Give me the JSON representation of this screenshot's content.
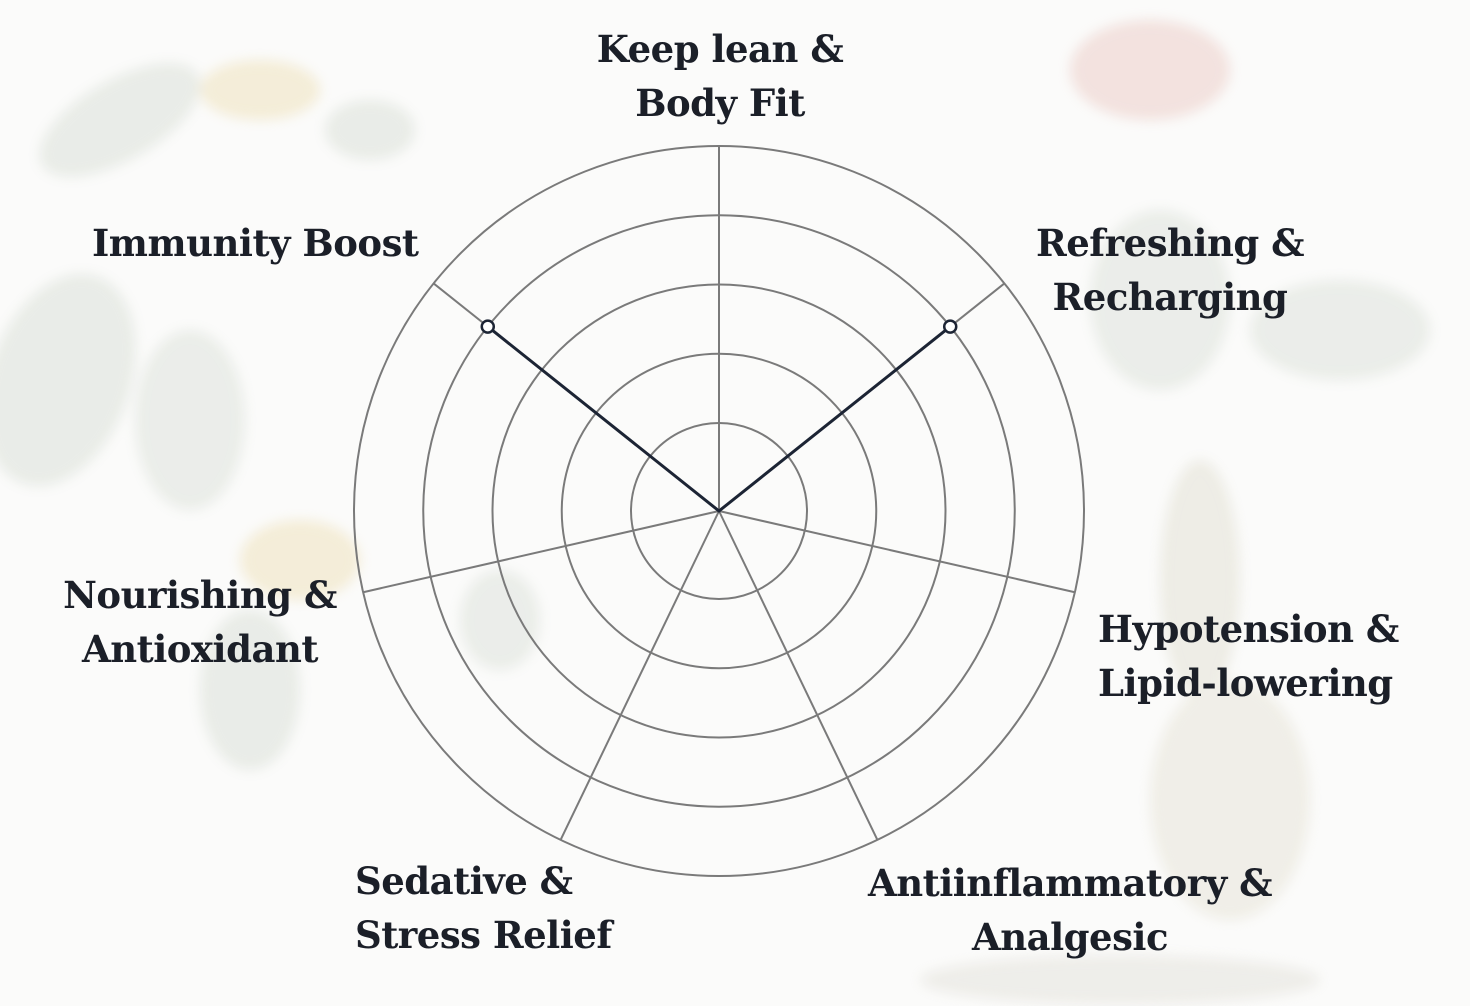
{
  "chart_data": {
    "type": "radar",
    "axes": [
      {
        "line1": "Keep lean &",
        "line2": "Body Fit"
      },
      {
        "line1": "Refreshing &",
        "line2": "Recharging"
      },
      {
        "line1": "Hypotension &",
        "line2": "Lipid-lowering"
      },
      {
        "line1": "Antiinflammatory &",
        "line2": "Analgesic"
      },
      {
        "line1": "Sedative &",
        "line2": "Stress Relief"
      },
      {
        "line1": "Nourishing &",
        "line2": "Antioxidant"
      },
      {
        "line1": "Immunity Boost",
        "line2": ""
      }
    ],
    "values": [
      0,
      4,
      0,
      0,
      0,
      0,
      4
    ],
    "range": [
      0,
      5
    ],
    "rings": [
      1,
      2,
      3,
      4,
      5
    ],
    "grid": true,
    "colors": {
      "fill": "#a9aeab",
      "stroke": "#1c2434",
      "grid": "#7a7a7a",
      "marker_fill": "#ffffff"
    }
  }
}
